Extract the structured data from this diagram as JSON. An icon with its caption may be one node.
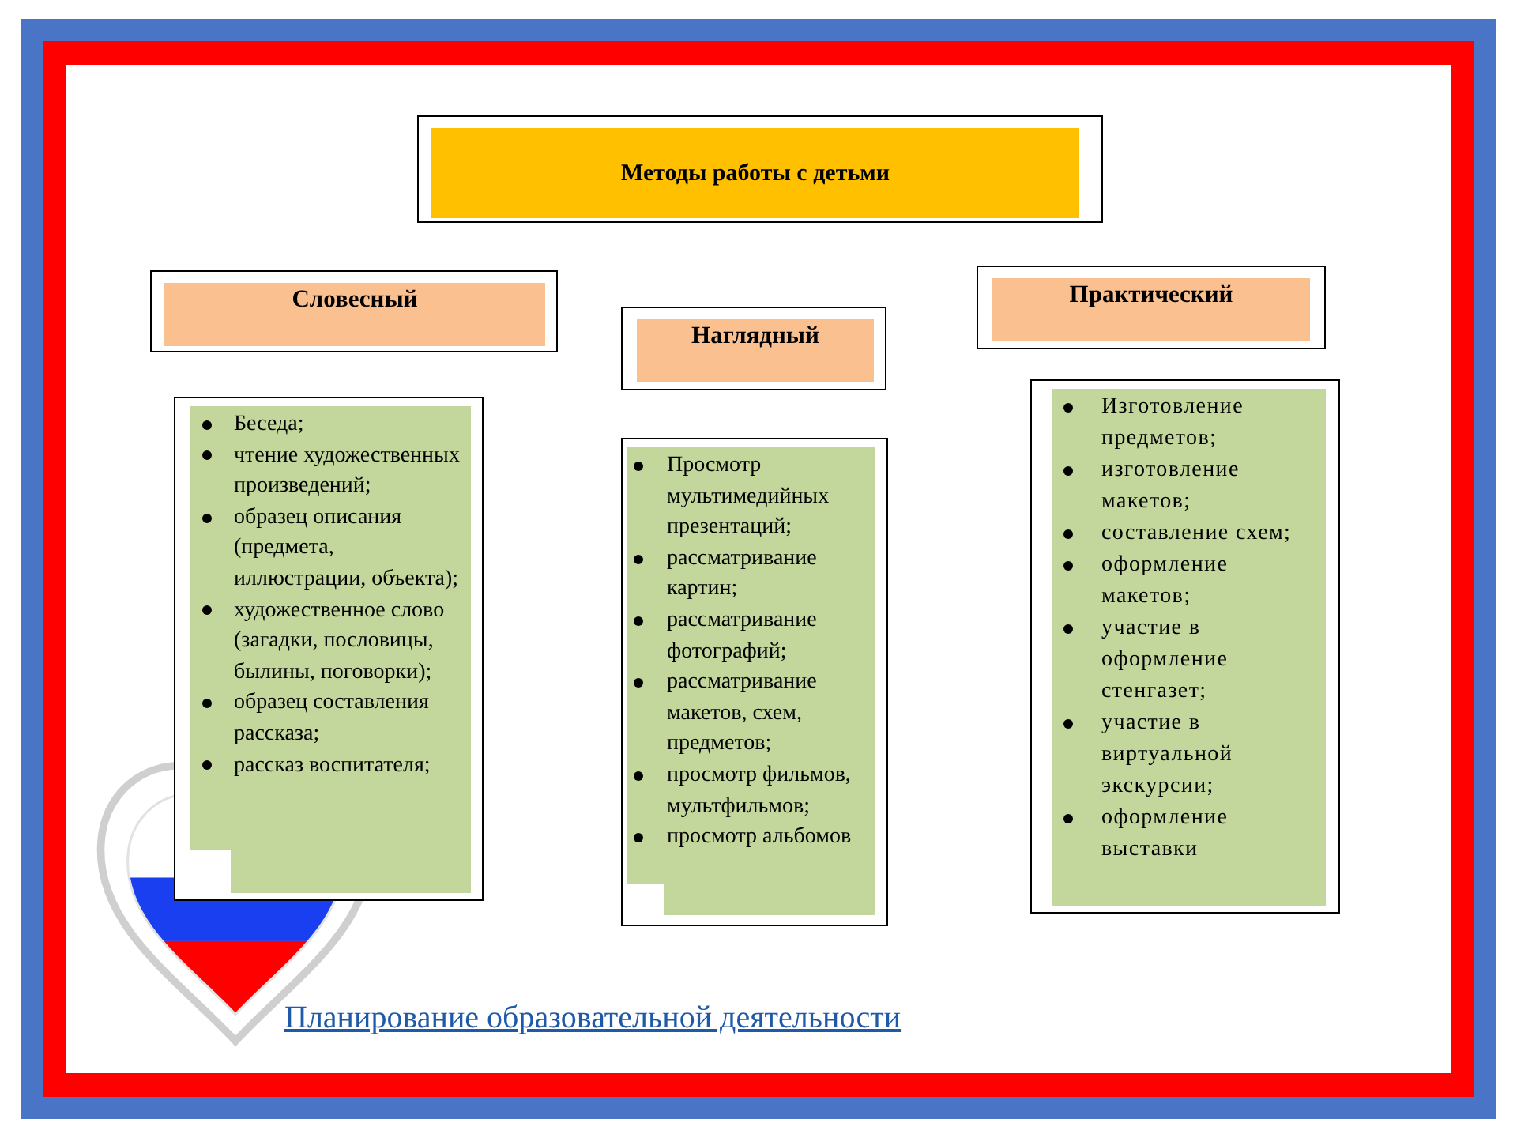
{
  "diagram": {
    "nodes": [
      {
        "text": [
          "Методы работы с детьми"
        ]
      },
      {
        "text": [
          "Словесный"
        ]
      },
      {
        "text": [
          "Наглядный"
        ]
      },
      {
        "text": [
          "Практический"
        ]
      },
      {
        "text": [
          "Беседа;",
          "чтение художественных произведений;",
          "образец описания (предмета, иллюстрации, объекта);",
          "художественное слово (загадки, пословицы, былины, поговорки);",
          "образец составления рассказа;",
          "рассказ воспитателя;"
        ]
      },
      {
        "text": [
          "Просмотр мультимедийных презентаций;",
          "рассматривание картин;",
          "рассматривание фотографий;",
          "рассматривание макетов, схем, предметов;",
          "просмотр фильмов, мультфильмов;",
          "просмотр альбомов"
        ]
      },
      {
        "text": [
          "Изготовление предметов;",
          "изготовление макетов;",
          "составление схем;",
          "оформление макетов;",
          "участие в оформление стенгазет;",
          "участие в виртуальной экскурсии;",
          "оформление выставки"
        ]
      }
    ],
    "labels": [
      "Планирование образовательной деятельности"
    ]
  }
}
